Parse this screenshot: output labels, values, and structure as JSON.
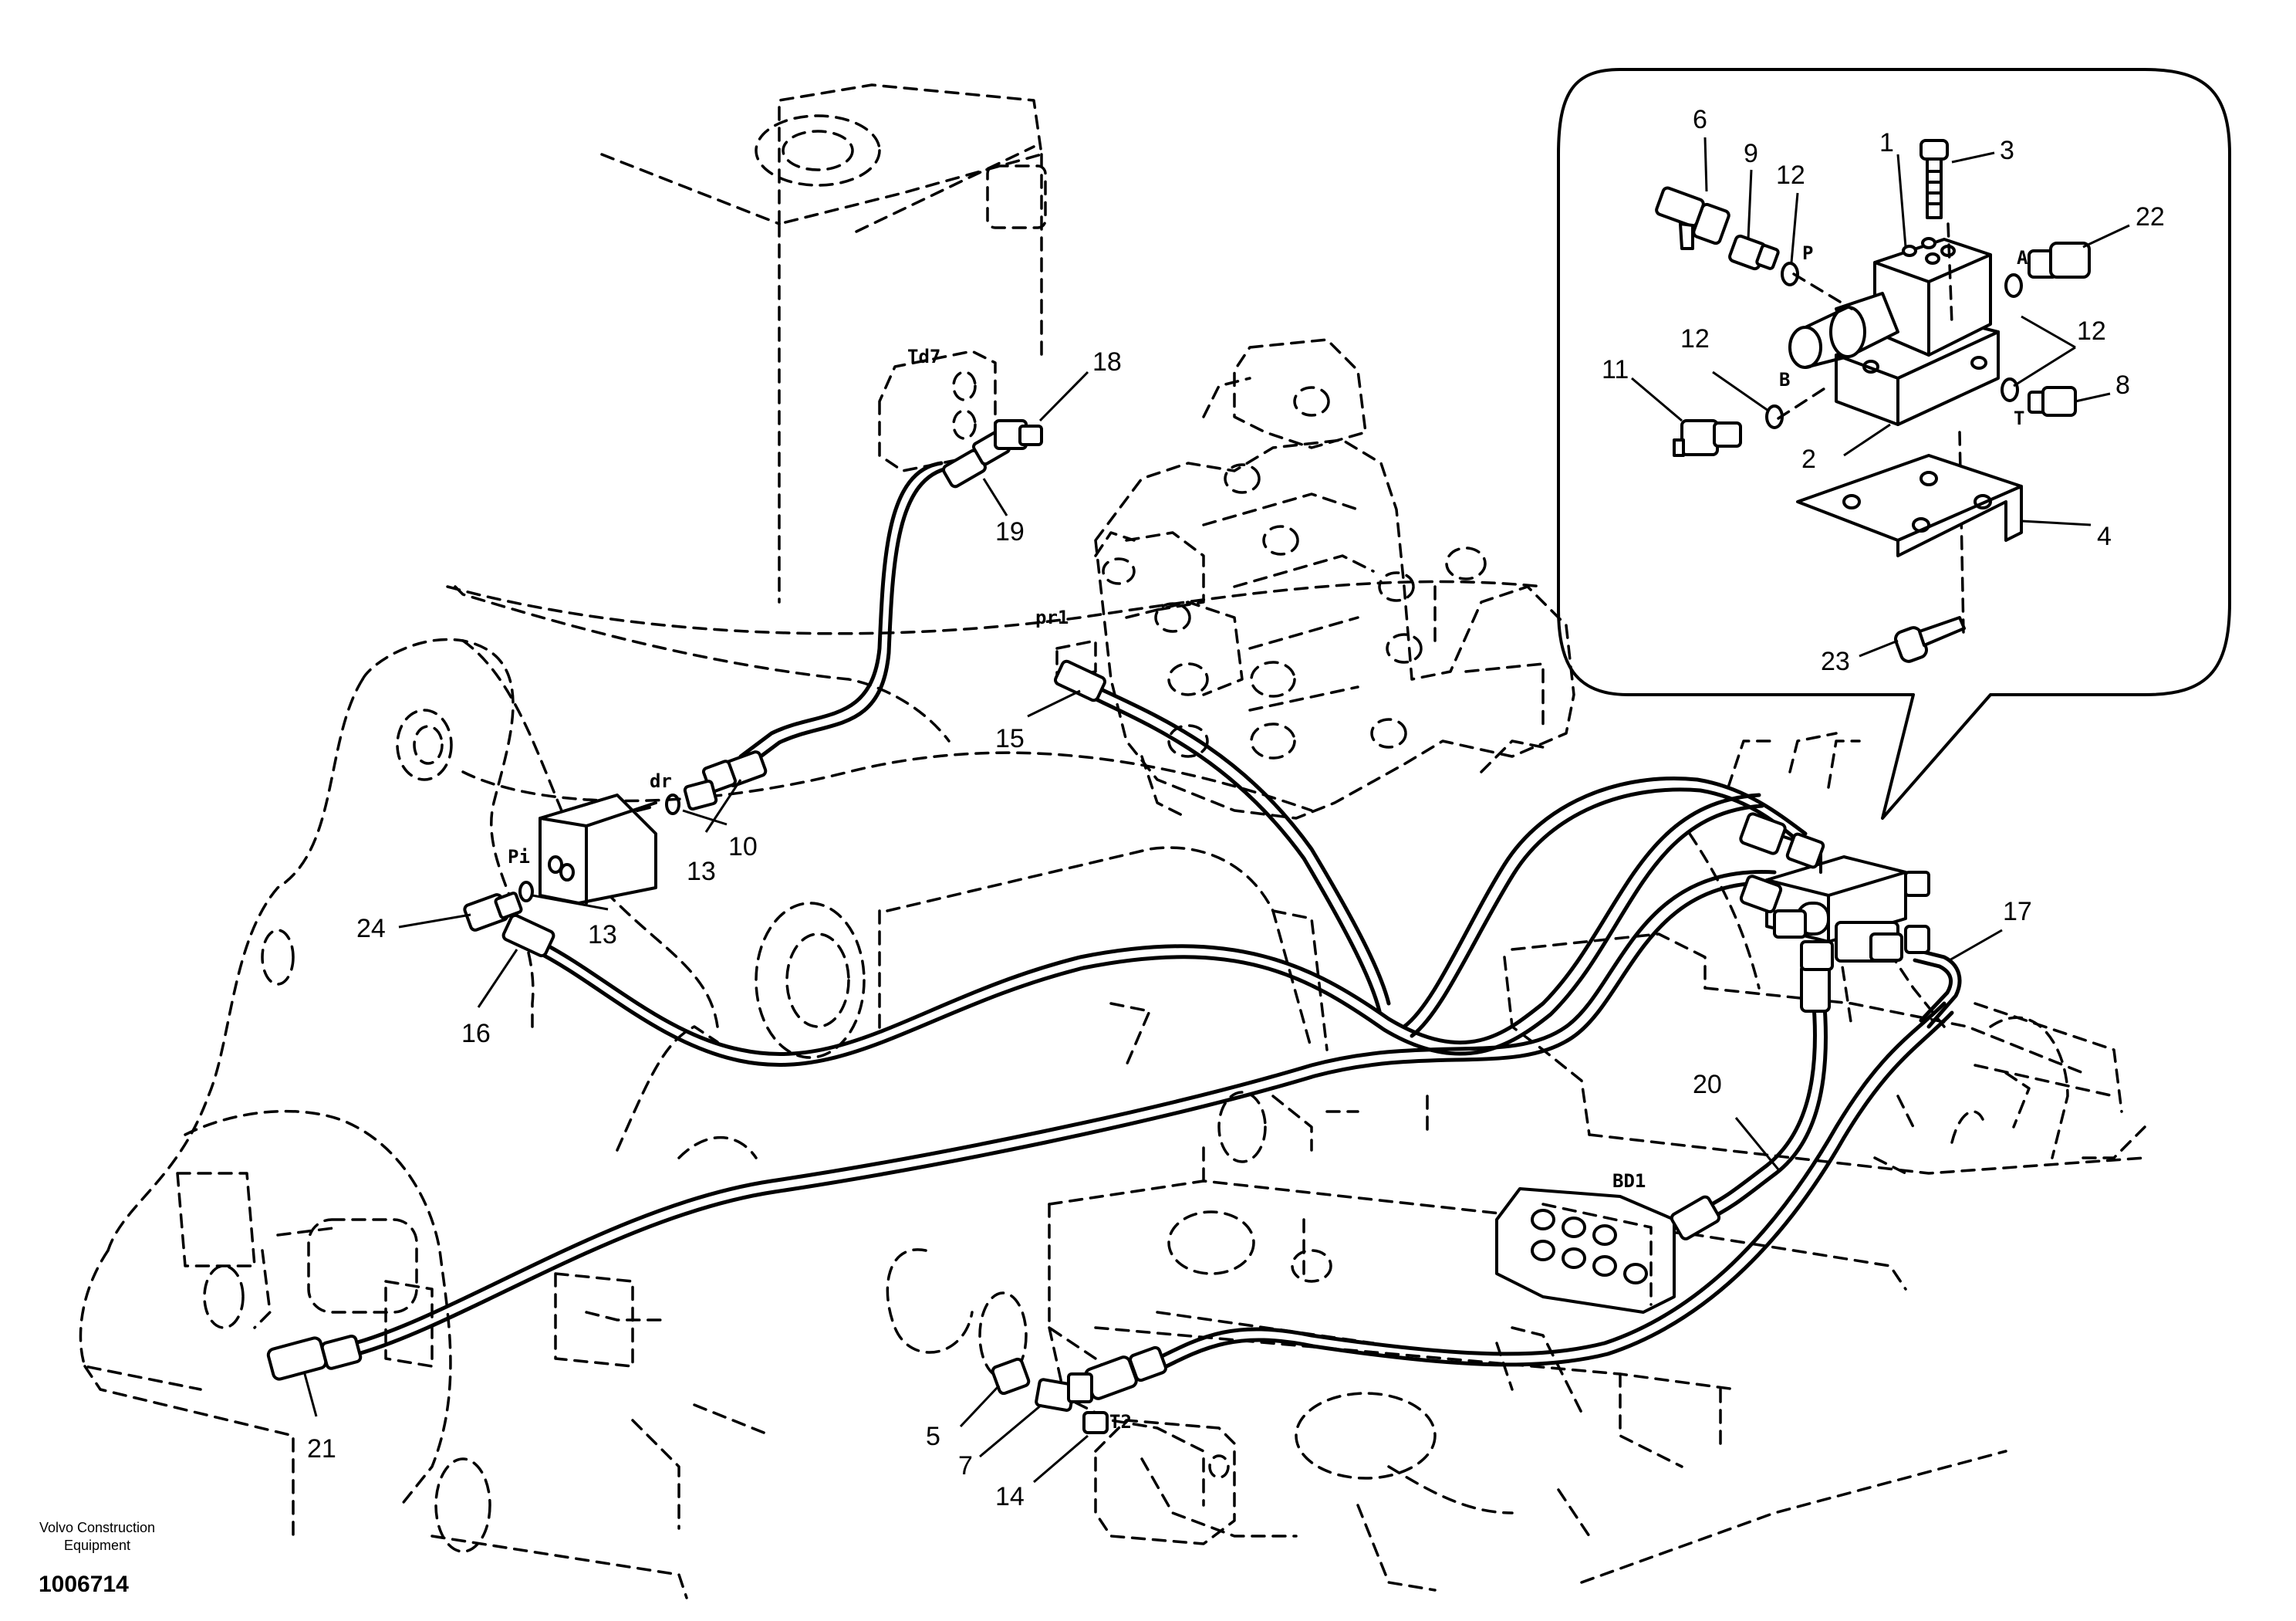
{
  "labels": {
    "n1": "1",
    "n2": "2",
    "n3": "3",
    "n4": "4",
    "n5": "5",
    "n6": "6",
    "n7": "7",
    "n8": "8",
    "n9": "9",
    "n10": "10",
    "n11": "11",
    "n12a": "12",
    "n12b": "12",
    "n12c": "12",
    "n13a": "13",
    "n13b": "13",
    "n14": "14",
    "n15": "15",
    "n16": "16",
    "n17": "17",
    "n18": "18",
    "n19": "19",
    "n20": "20",
    "n21": "21",
    "n22": "22",
    "n23": "23",
    "n24": "24"
  },
  "ports": {
    "td7": "Td7",
    "pr1": "pr1",
    "dr": "dr",
    "pi": "Pi",
    "bd1": "BD1",
    "t2": "T2",
    "p": "P",
    "a": "A",
    "b": "B",
    "t": "T"
  },
  "footer": {
    "maker_line1": "Volvo Construction",
    "maker_line2": "Equipment",
    "code": "1006714"
  }
}
